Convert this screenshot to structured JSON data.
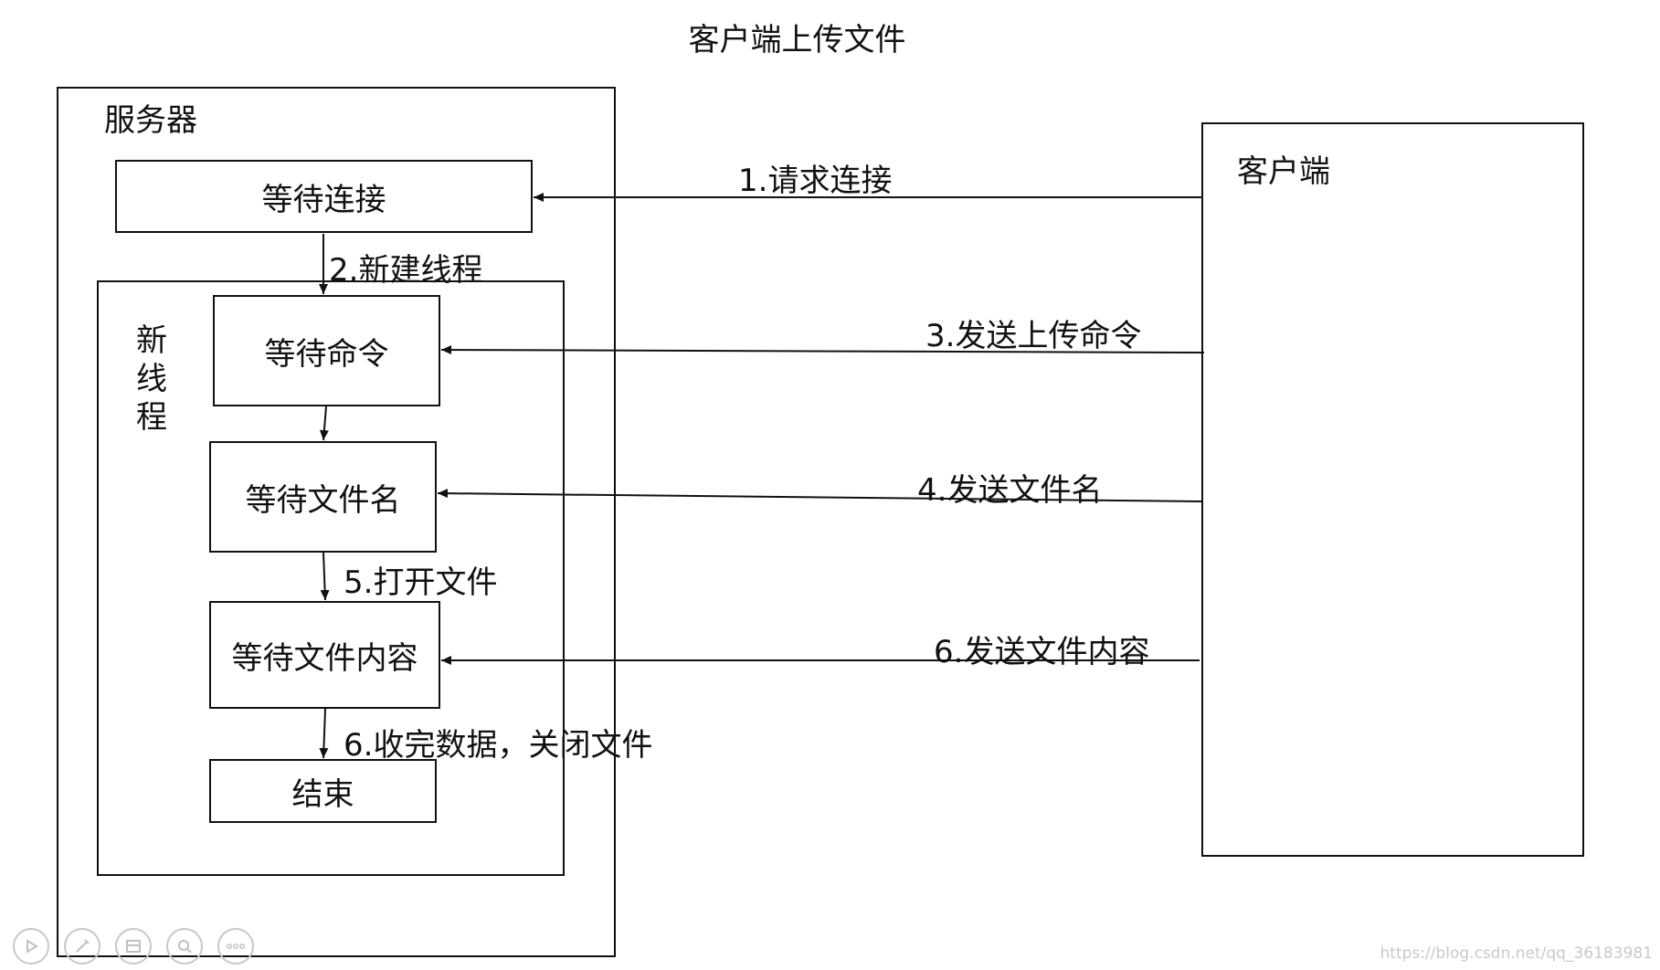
{
  "title": "客户端上传文件",
  "server": {
    "label": "服务器",
    "wait_connect": "等待连接",
    "thread_label": "新线程",
    "wait_command": "等待命令",
    "wait_filename": "等待文件名",
    "wait_content": "等待文件内容",
    "end": "结束"
  },
  "client": {
    "label": "客户端"
  },
  "steps": {
    "s1": "1.请求连接",
    "s2": "2.新建线程",
    "s3": "3.发送上传命令",
    "s4": "4.发送文件名",
    "s5": "5.打开文件",
    "s6a": "6.发送文件内容",
    "s6b": "6.收完数据，关闭文件"
  },
  "toolbar": {
    "icons": [
      "play-icon",
      "pen-icon",
      "slides-icon",
      "zoom-icon",
      "more-icon"
    ]
  },
  "watermark": "https://blog.csdn.net/qq_36183981"
}
